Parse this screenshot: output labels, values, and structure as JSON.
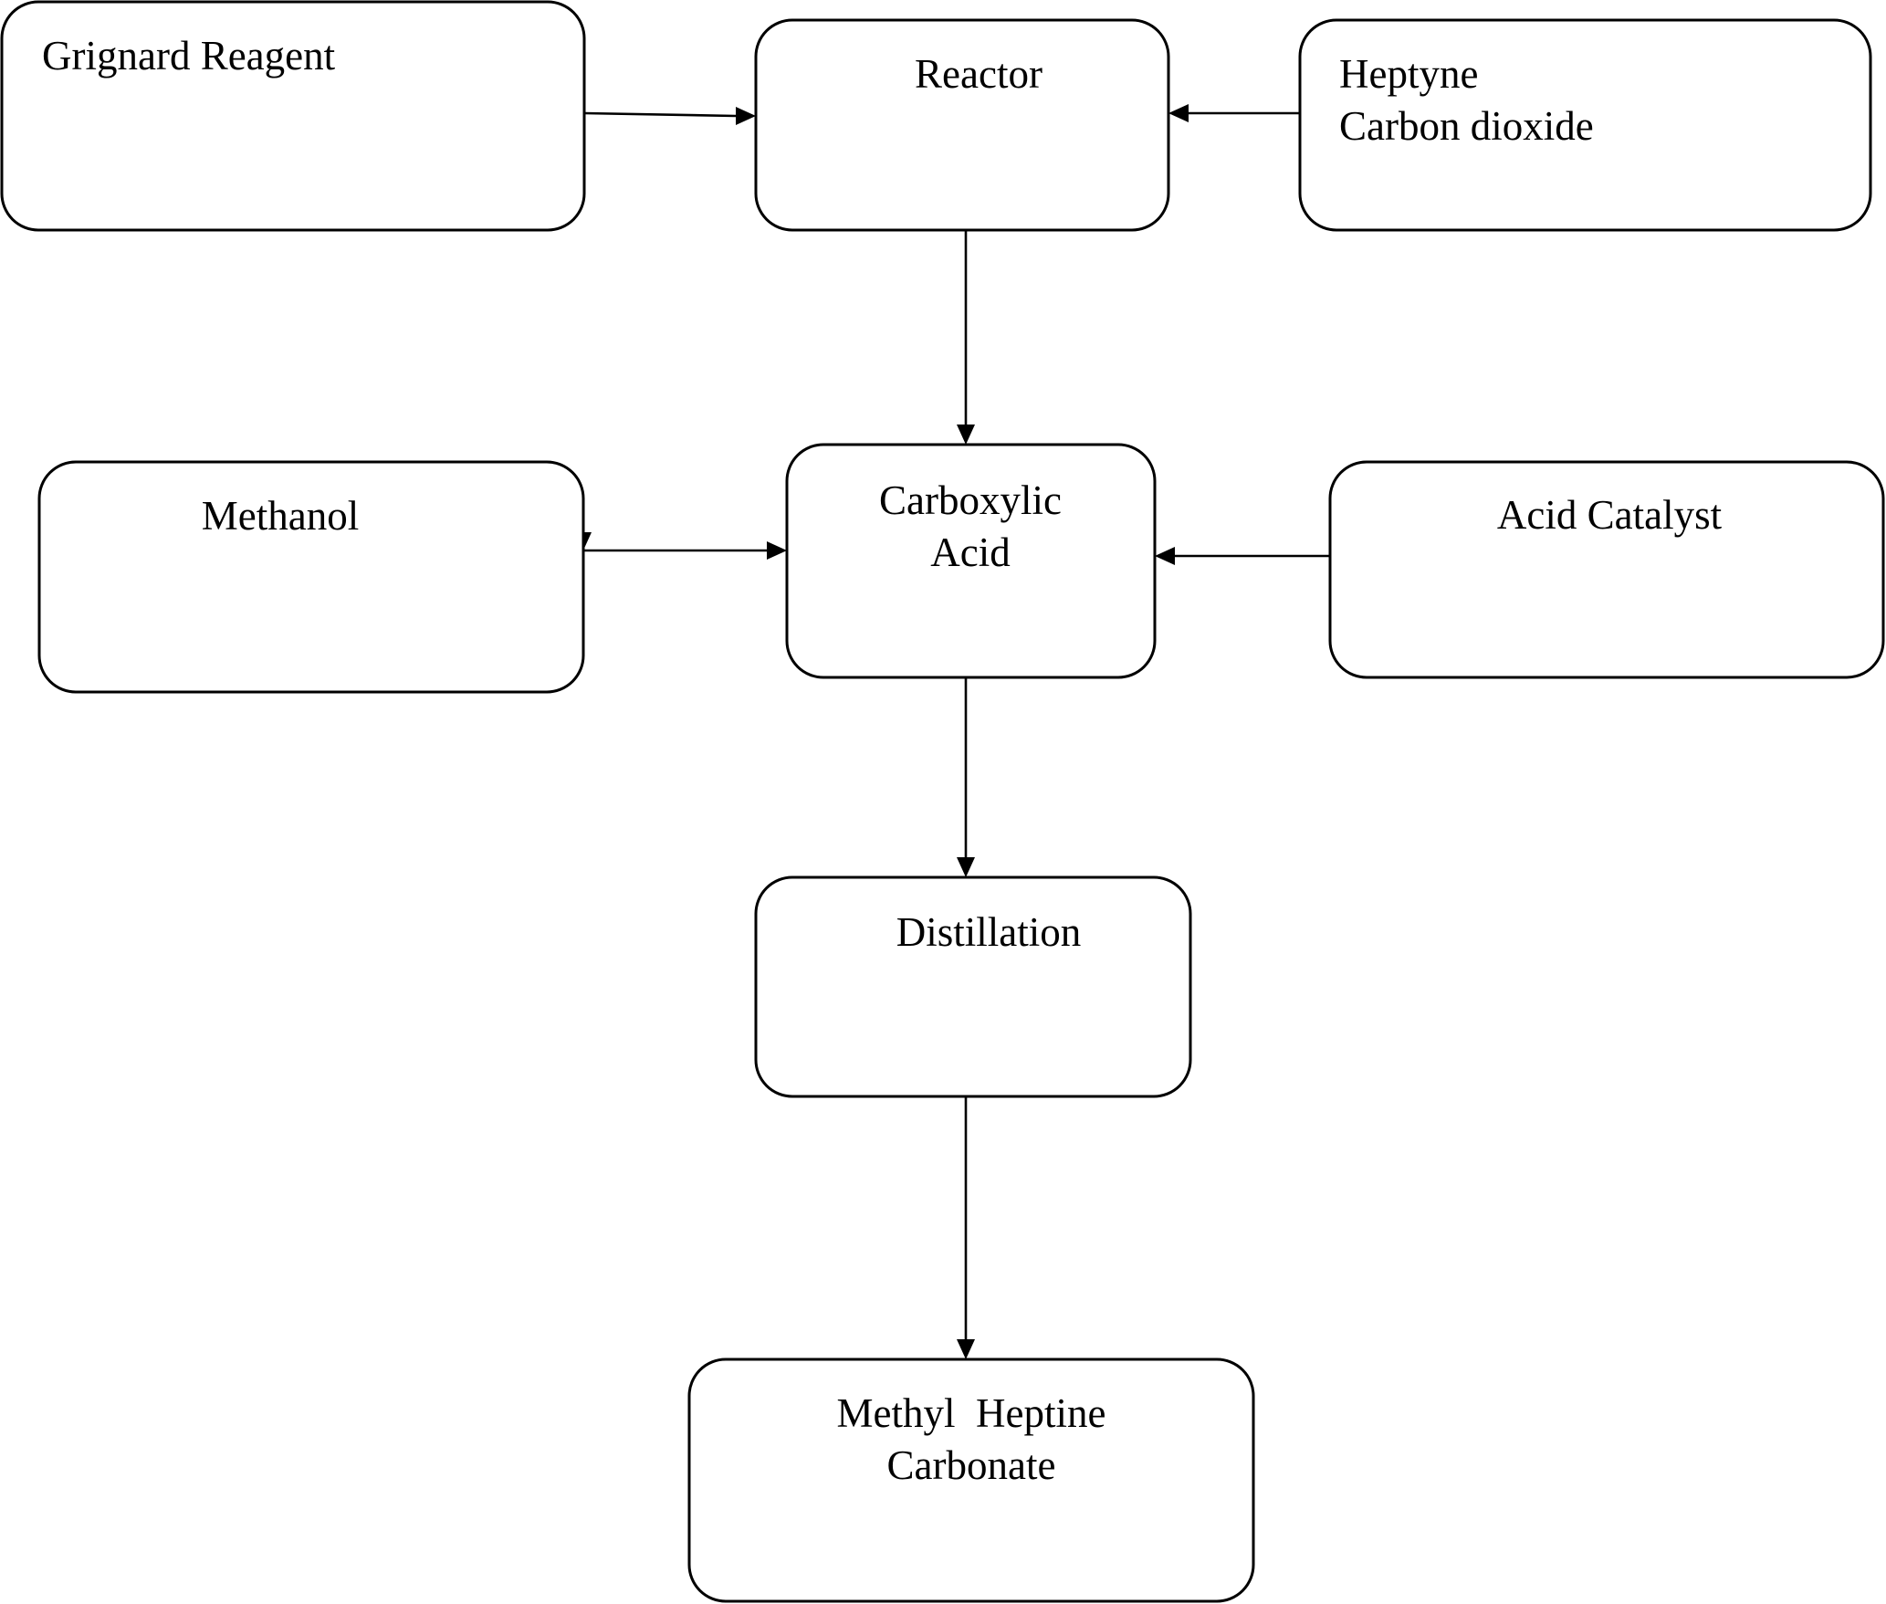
{
  "nodes": {
    "grignard": {
      "lines": [
        "Grignard Reagent"
      ]
    },
    "reactor": {
      "lines": [
        "Reactor"
      ]
    },
    "heptyne": {
      "lines": [
        "Heptyne",
        "Carbon dioxide"
      ]
    },
    "methanol": {
      "lines": [
        "Methanol"
      ]
    },
    "carboxylic": {
      "lines": [
        "Carboxylic",
        "Acid"
      ]
    },
    "catalyst": {
      "lines": [
        "Acid Catalyst"
      ]
    },
    "distillation": {
      "lines": [
        "Distillation"
      ]
    },
    "product": {
      "lines": [
        "Methyl  Heptine",
        "Carbonate"
      ]
    }
  },
  "edges": [
    {
      "from": "grignard",
      "to": "reactor"
    },
    {
      "from": "heptyne",
      "to": "reactor"
    },
    {
      "from": "reactor",
      "to": "carboxylic"
    },
    {
      "from": "methanol",
      "to": "carboxylic"
    },
    {
      "from": "catalyst",
      "to": "carboxylic"
    },
    {
      "from": "carboxylic",
      "to": "distillation"
    },
    {
      "from": "distillation",
      "to": "product"
    }
  ],
  "colors": {
    "stroke": "#000000",
    "fill": "#ffffff",
    "text": "#000000"
  }
}
